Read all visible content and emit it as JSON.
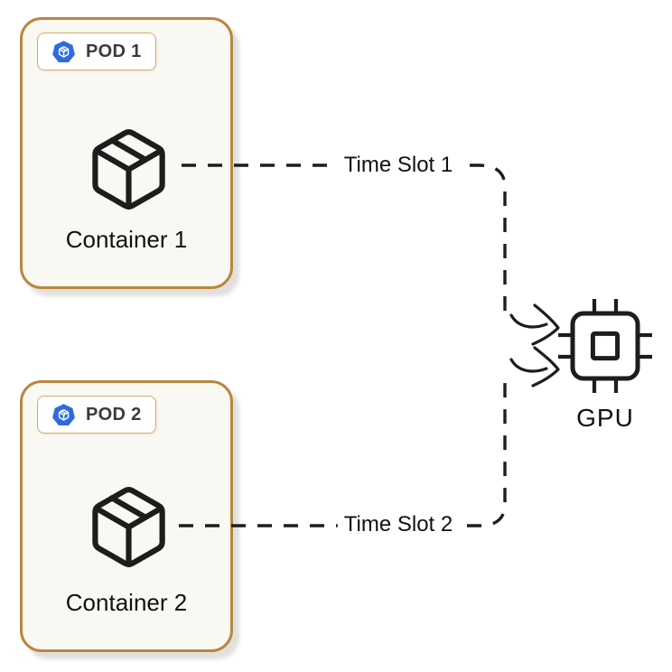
{
  "pods": [
    {
      "badge_label": "POD 1",
      "container_label": "Container 1",
      "time_slot_label": "Time Slot 1"
    },
    {
      "badge_label": "POD 2",
      "container_label": "Container 2",
      "time_slot_label": "Time Slot 2"
    }
  ],
  "gpu": {
    "label": "GPU"
  },
  "icons": {
    "badge_icon": "kubernetes-pod-icon",
    "container_icon": "package-box-icon",
    "gpu_icon": "cpu-chip-icon",
    "connector_arrows": "curved-arrow-right-icon"
  },
  "colors": {
    "pod_border": "#b8873e",
    "pod_bg": "#faf8f2",
    "badge_border": "#d2ab68",
    "badge_bg": "#ffffff",
    "k8s_blue": "#2f6ae0",
    "stroke": "#1d1d1d",
    "text": "#111111",
    "badge_text": "#3b3b3b"
  }
}
